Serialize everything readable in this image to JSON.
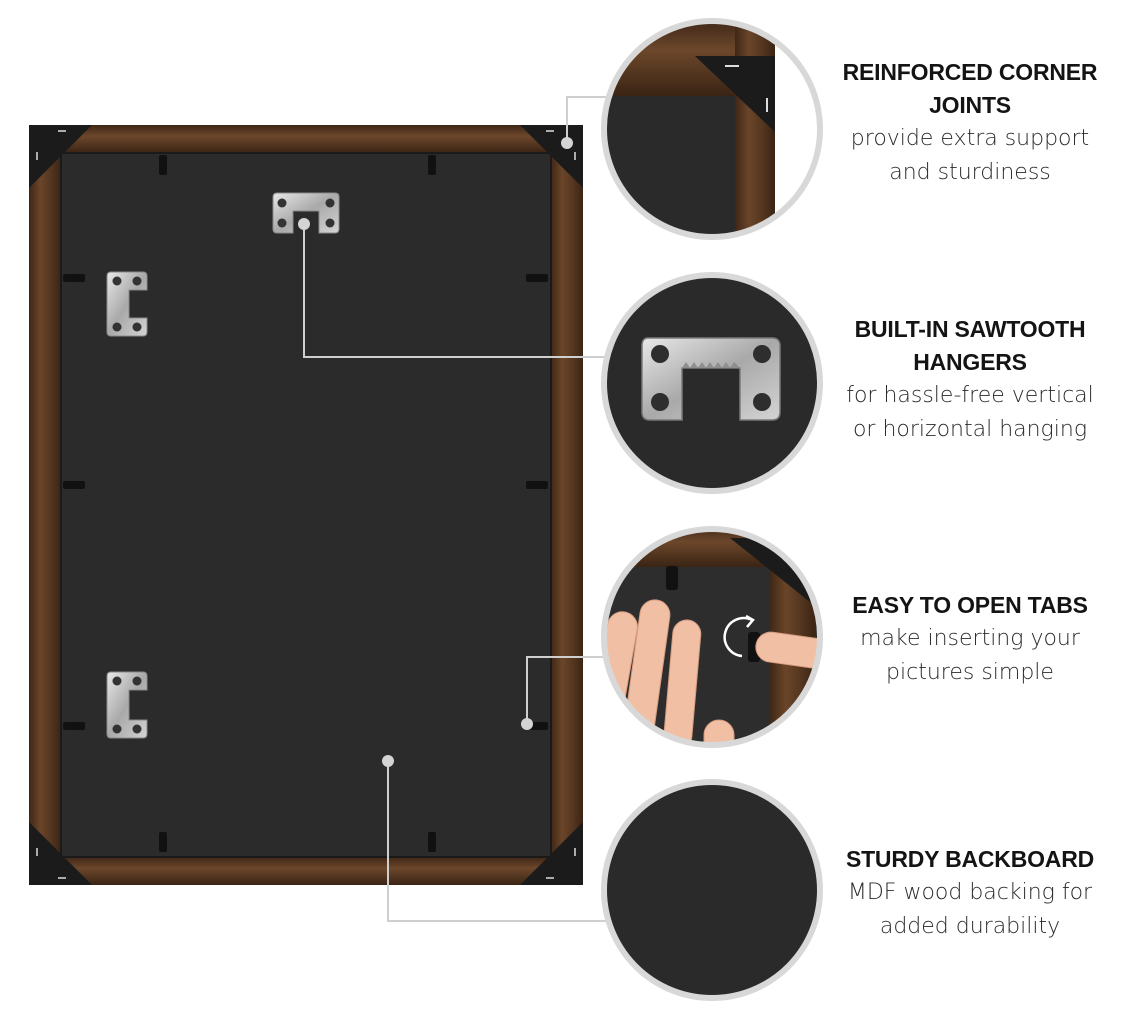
{
  "features": [
    {
      "title_lines": [
        "REINFORCED CORNER",
        "JOINTS"
      ],
      "desc_lines": [
        "provide extra support",
        "and sturdiness"
      ]
    },
    {
      "title_lines": [
        "BUILT-IN SAWTOOTH",
        "HANGERS"
      ],
      "desc_lines": [
        "for hassle-free vertical",
        "or horizontal hanging"
      ]
    },
    {
      "title_lines": [
        "EASY TO OPEN TABS"
      ],
      "desc_lines": [
        "make inserting your",
        "pictures simple"
      ]
    },
    {
      "title_lines": [
        "STURDY BACKBOARD"
      ],
      "desc_lines": [
        "MDF wood backing for",
        "added durability"
      ]
    }
  ],
  "colors": {
    "frame_wood": "#5a3a22",
    "backboard": "#2c2c2c",
    "corner_bracket": "#1c1c1c",
    "hardware": "#b9b9b9",
    "callout_line": "#cfcfcf",
    "circle_border": "#d8d8d8"
  },
  "icons": {
    "rotate": "rotate-arrow-icon"
  }
}
